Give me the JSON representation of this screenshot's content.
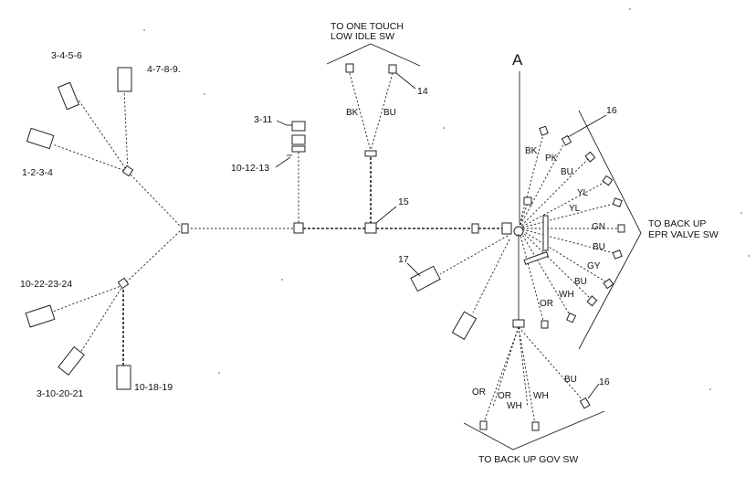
{
  "diagram": {
    "top_note_line1": "TO ONE TOUCH",
    "top_note_line2": "LOW IDLE SW",
    "marker_a": "A",
    "right_note_line1": "TO BACK UP",
    "right_note_line2": "EPR VALVE SW",
    "bottom_note": "TO BACK UP GOV SW",
    "labels": {
      "c3456": "3-4-5-6",
      "c4789": "4-7-8-9.",
      "c1234": "1-2-3-4",
      "c311": "3-11",
      "c101213": "10-12-13",
      "c10222324": "10-22-23-24",
      "c3102021": "3-10-20-21",
      "c101819": "10-18-19",
      "n14": "14",
      "n15": "15",
      "n16a": "16",
      "n16b": "16",
      "n17": "17"
    },
    "wire_colors": {
      "bk_left": "BK",
      "bu_left": "BU",
      "bk": "BK",
      "pk": "PK",
      "bu1": "BU",
      "yl1": "YL",
      "yl2": "YL",
      "gn": "GN",
      "bu2": "BU",
      "gy": "GY",
      "bu3": "BU",
      "wh1": "WH",
      "or1": "OR",
      "or2": "OR",
      "or3": "OR",
      "wh2": "WH",
      "wh3": "WH",
      "bu4": "BU"
    }
  }
}
